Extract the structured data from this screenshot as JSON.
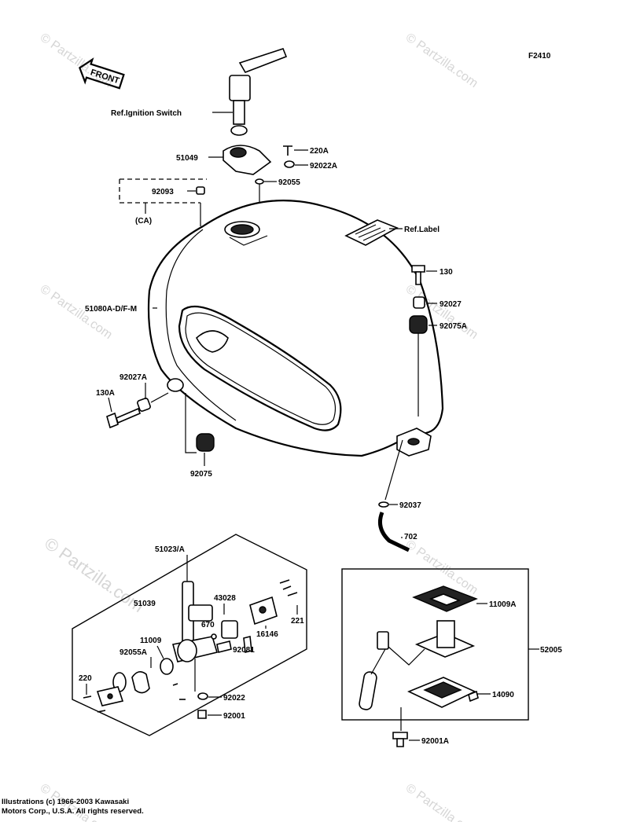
{
  "figure_code": "F2410",
  "front_label": "FRONT",
  "watermark": "© Partzilla.com",
  "copyright_lines": [
    "Illustrations (c) 1966-2003 Kawasaki",
    "Motors Corp., U.S.A. All rights reserved."
  ],
  "labels": {
    "ref_ignition": "Ref.Ignition Switch",
    "p51049": "51049",
    "p220A": "220A",
    "p92022A": "92022A",
    "p92055": "92055",
    "p92093": "92093",
    "ca": "(CA)",
    "ref_label": "Ref.Label",
    "p130": "130",
    "p92027": "92027",
    "p92075A": "92075A",
    "p51080": "51080A-D/F-M",
    "p92027A": "92027A",
    "p130A": "130A",
    "p92075": "92075",
    "p92037": "92037",
    "p702": "702",
    "p51023": "51023/A",
    "p51039": "51039",
    "p43028": "43028",
    "p670": "670",
    "p221": "221",
    "p16146": "16146",
    "p11009": "11009",
    "p92055A": "92055A",
    "p92081": "92081",
    "p220": "220",
    "p92022": "92022",
    "p92001": "92001",
    "p11009A": "11009A",
    "p52005": "52005",
    "p14090": "14090",
    "p92001A": "92001A"
  }
}
